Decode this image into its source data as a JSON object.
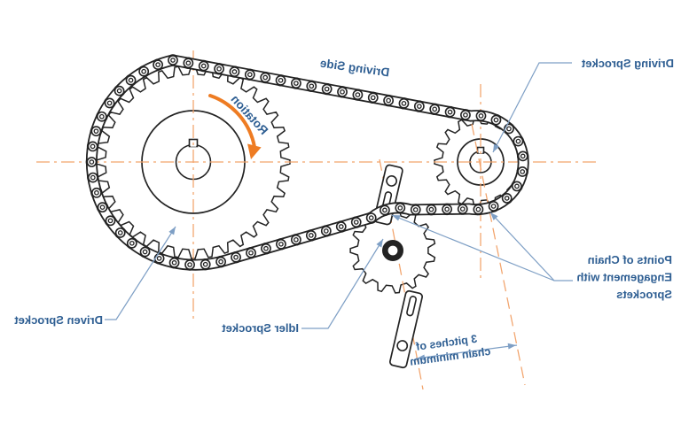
{
  "presentation": {
    "mirrored_horizontally": true,
    "background": "#ffffff"
  },
  "colors": {
    "label_blue": "#2F5F93",
    "leader_blue": "#7E9FC5",
    "arrow_orange": "#EE7C23",
    "centerline_orange": "#F2A36B",
    "line_dark": "#232323"
  },
  "labels": {
    "driving_side": "Driving Side",
    "rotation": "Rotation",
    "driving_sprocket": "Driving Sprocket",
    "driven_sprocket": "Driven Sprocket",
    "idler_sprocket": "Idler Sprocket",
    "engagement_line1": "Points of Chain",
    "engagement_line2": "Engagement with",
    "engagement_line3": "Sprockets",
    "pitches_line1": "3 pitches of",
    "pitches_line2": "chain minimum"
  },
  "components": {
    "driven_sprocket": {
      "teeth": 36
    },
    "driving_sprocket": {
      "teeth": 17
    },
    "idler_sprocket": {
      "teeth": 15
    }
  }
}
